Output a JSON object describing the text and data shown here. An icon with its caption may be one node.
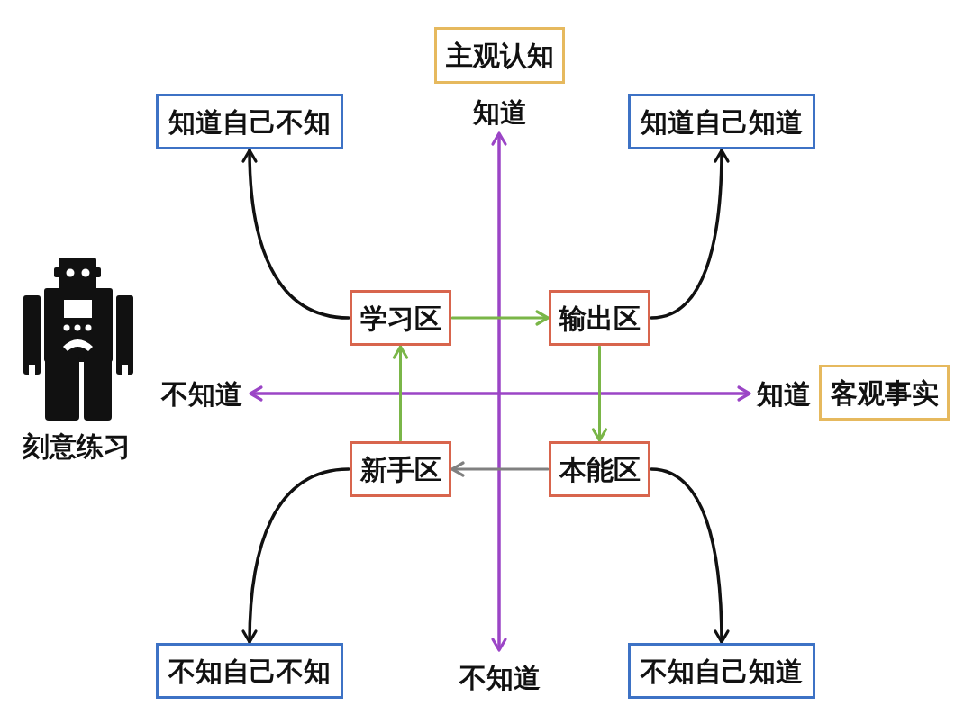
{
  "diagram": {
    "nodes": [
      {
        "text": [
          "主观认知"
        ]
      },
      {
        "text": [
          "知道自己不知"
        ]
      },
      {
        "text": [
          "知道自己知道"
        ]
      },
      {
        "text": [
          "学习区"
        ]
      },
      {
        "text": [
          "输出区"
        ]
      },
      {
        "text": [
          "客观事实"
        ]
      },
      {
        "text": [
          "新手区"
        ]
      },
      {
        "text": [
          "本能区"
        ]
      },
      {
        "text": [
          "不知自己不知"
        ]
      },
      {
        "text": [
          "不知自己知道"
        ]
      }
    ],
    "edges": [
      {
        "from": 3,
        "to": 1,
        "arrow": "to"
      },
      {
        "from": 4,
        "to": 2,
        "arrow": "to"
      },
      {
        "from": 3,
        "to": 4,
        "arrow": "to",
        "color": "#7ab648"
      },
      {
        "from": 4,
        "to": 7,
        "arrow": "to",
        "color": "#7ab648"
      },
      {
        "from": 7,
        "to": 6,
        "arrow": "to",
        "color": "#808080"
      },
      {
        "from": 6,
        "to": 3,
        "arrow": "to",
        "color": "#7ab648"
      },
      {
        "from": 6,
        "to": 8,
        "arrow": "to"
      },
      {
        "from": 7,
        "to": 9,
        "arrow": "to"
      }
    ],
    "labels": [
      "知道",
      "不知道",
      "知道",
      "刻意练习",
      "不知道"
    ]
  }
}
